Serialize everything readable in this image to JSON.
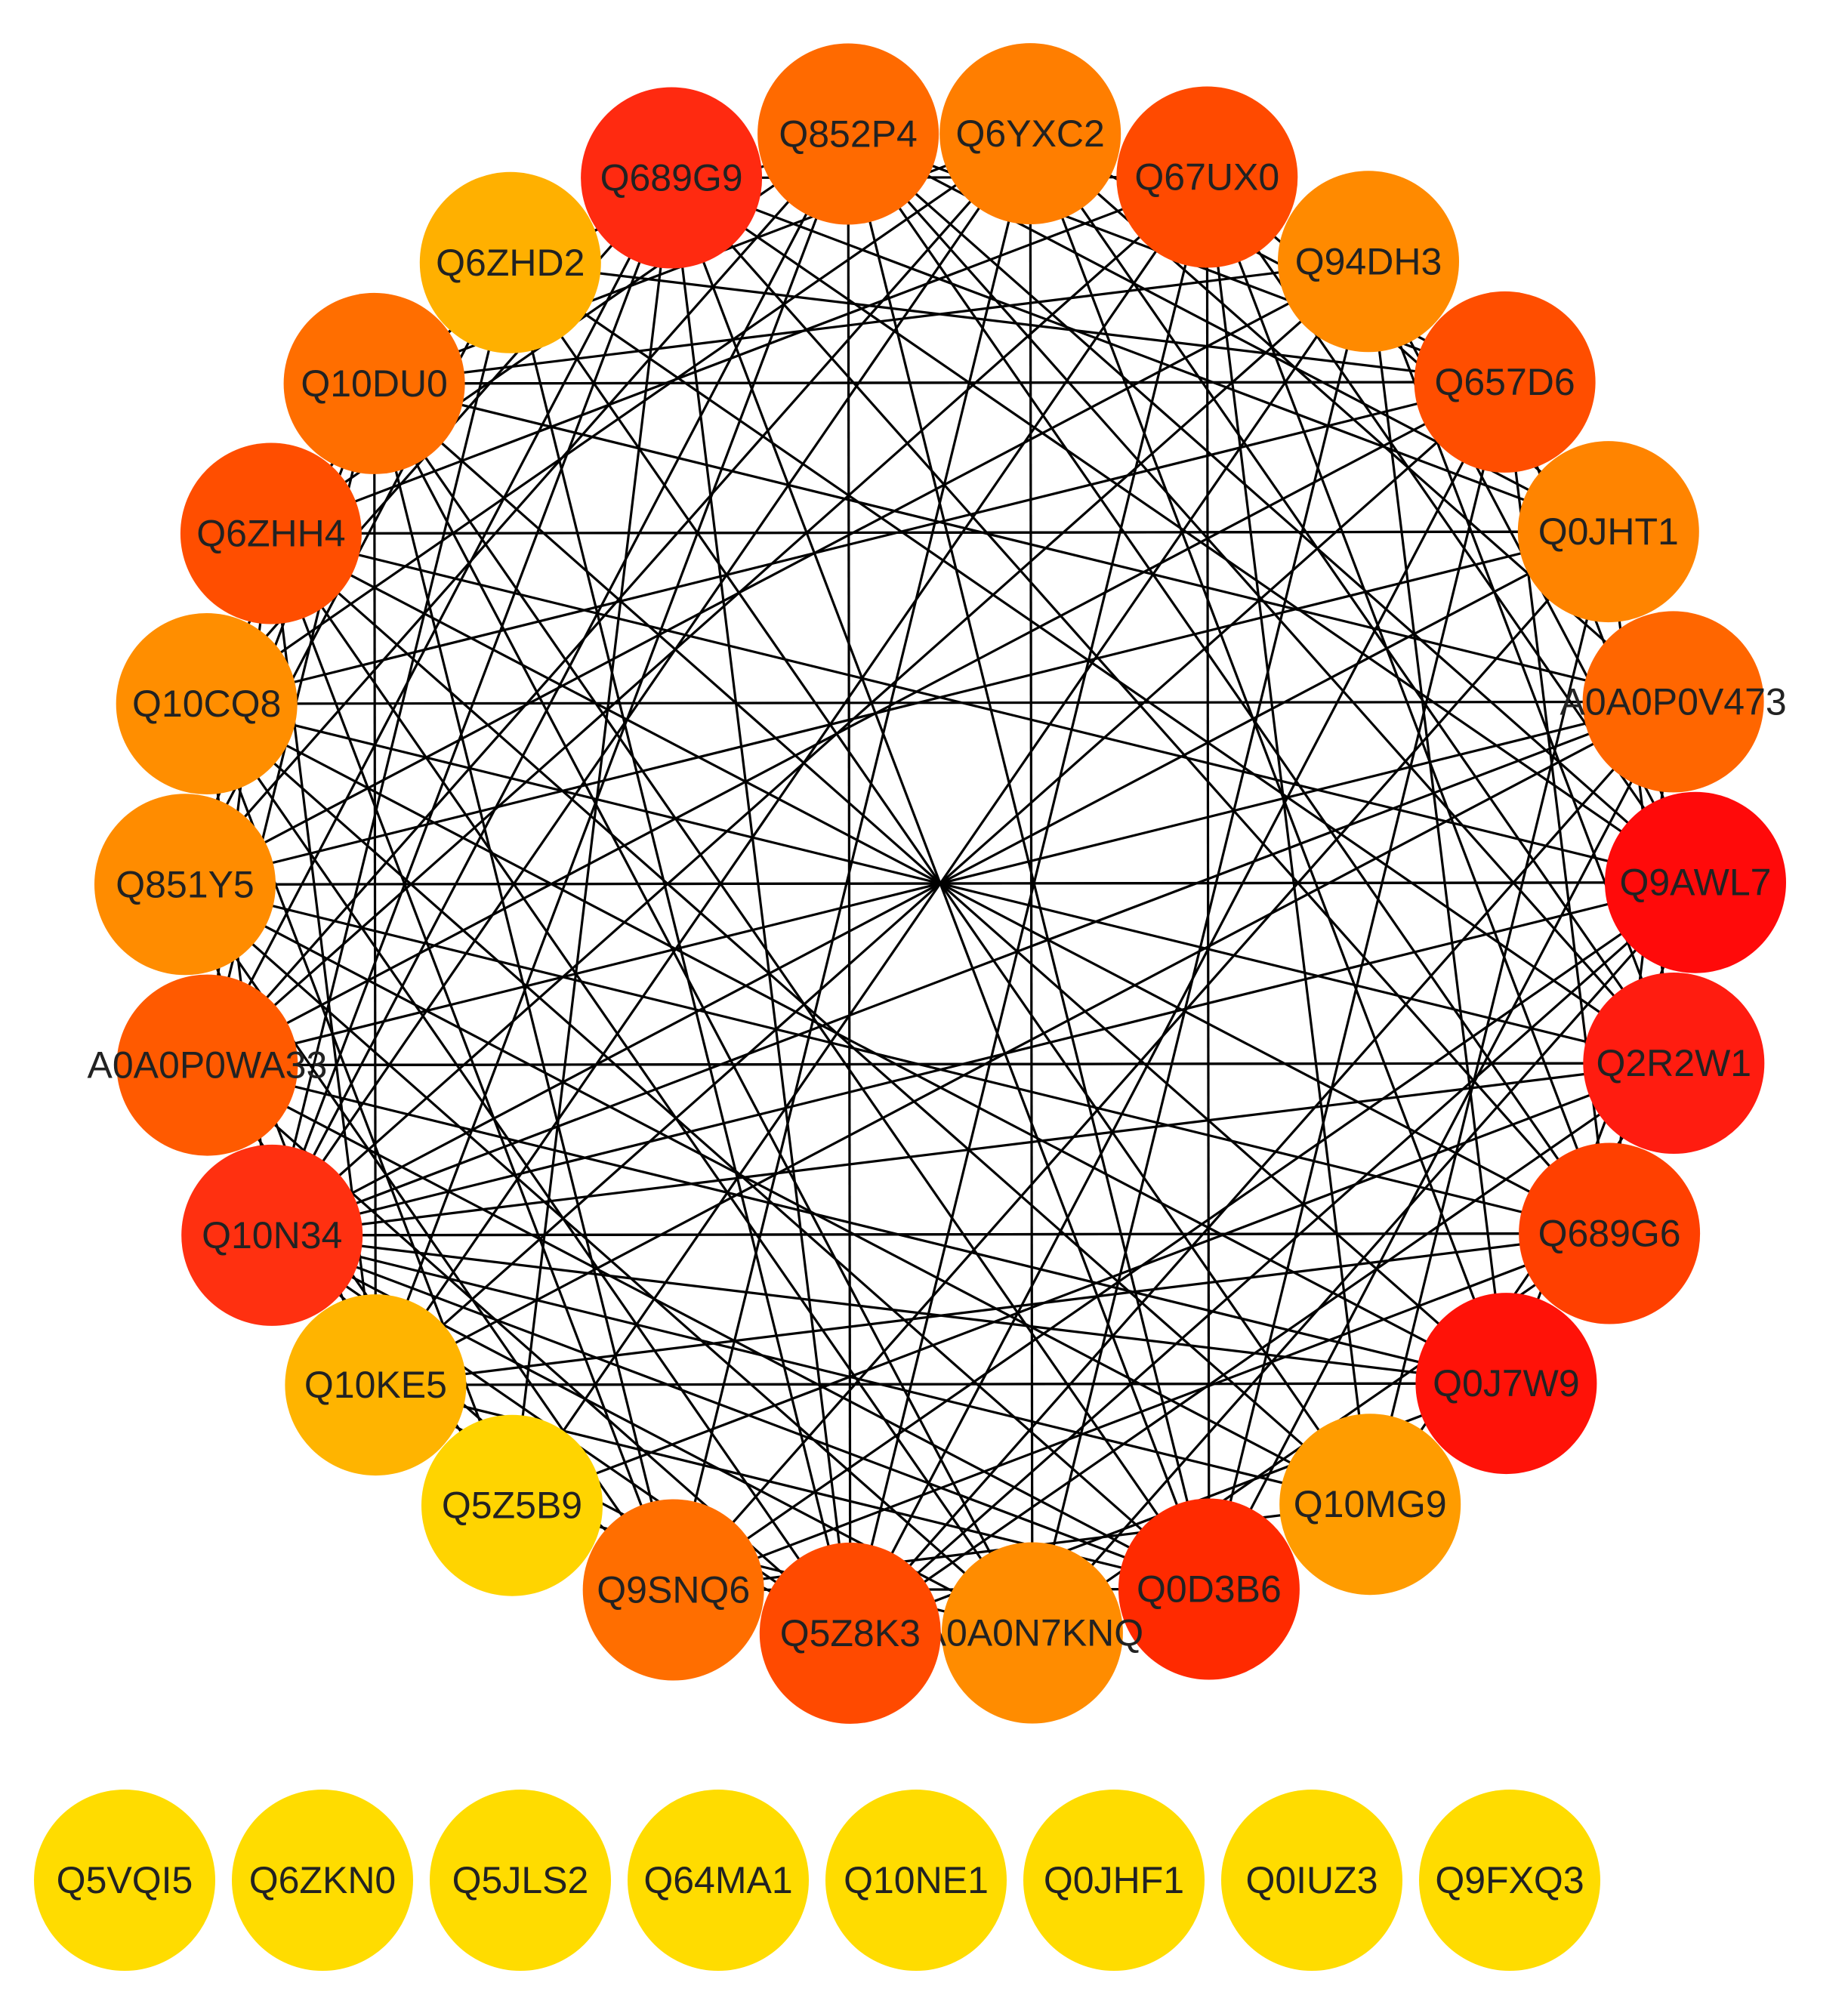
{
  "network": {
    "colors": {
      "edge": "#000000",
      "label": "#222222",
      "background": "#ffffff"
    },
    "ring_nodes": [
      {
        "id": "Q852P4",
        "label": "Q852P4",
        "color": "#FF6A00"
      },
      {
        "id": "Q6YXC2",
        "label": "Q6YXC2",
        "color": "#FF7E00"
      },
      {
        "id": "Q67UX0",
        "label": "Q67UX0",
        "color": "#FF4A00"
      },
      {
        "id": "Q94DH3",
        "label": "Q94DH3",
        "color": "#FF8A00"
      },
      {
        "id": "Q657D6",
        "label": "Q657D6",
        "color": "#FF4E00"
      },
      {
        "id": "Q0JHT1",
        "label": "Q0JHT1",
        "color": "#FF8400"
      },
      {
        "id": "A0A0P0V473",
        "label": "A0A0P0V473",
        "color": "#FF6600"
      },
      {
        "id": "Q9AWL7",
        "label": "Q9AWL7",
        "color": "#FF0A0A"
      },
      {
        "id": "Q2R2W1",
        "label": "Q2R2W1",
        "color": "#FF1C10"
      },
      {
        "id": "Q689G6",
        "label": "Q689G6",
        "color": "#FF4000"
      },
      {
        "id": "Q0J7W9",
        "label": "Q0J7W9",
        "color": "#FF1208"
      },
      {
        "id": "Q10MG9",
        "label": "Q10MG9",
        "color": "#FF9C00"
      },
      {
        "id": "Q0D3B6",
        "label": "Q0D3B6",
        "color": "#FF2A00"
      },
      {
        "id": "A0A0N7KNQ",
        "label": "A0A0N7KNQ",
        "color": "#FF8C00"
      },
      {
        "id": "Q5Z8K3",
        "label": "Q5Z8K3",
        "color": "#FF4A00"
      },
      {
        "id": "Q9SNQ6",
        "label": "Q9SNQ6",
        "color": "#FF6E00"
      },
      {
        "id": "Q5Z5B9",
        "label": "Q5Z5B9",
        "color": "#FFD400"
      },
      {
        "id": "Q10KE5",
        "label": "Q10KE5",
        "color": "#FFB400"
      },
      {
        "id": "Q10N34",
        "label": "Q10N34",
        "color": "#FF3010"
      },
      {
        "id": "A0A0P0WA33",
        "label": "A0A0P0WA33",
        "color": "#FF5A00"
      },
      {
        "id": "Q851Y5",
        "label": "Q851Y5",
        "color": "#FF8C00"
      },
      {
        "id": "Q10CQ8",
        "label": "Q10CQ8",
        "color": "#FF8E00"
      },
      {
        "id": "Q6ZHH4",
        "label": "Q6ZHH4",
        "color": "#FF4E00"
      },
      {
        "id": "Q10DU0",
        "label": "Q10DU0",
        "color": "#FF6E00"
      },
      {
        "id": "Q6ZHD2",
        "label": "Q6ZHD2",
        "color": "#FFB000"
      },
      {
        "id": "Q689G9",
        "label": "Q689G9",
        "color": "#FF2A10"
      }
    ],
    "isolated_nodes": [
      {
        "id": "Q5VQI5",
        "label": "Q5VQI5",
        "color": "#FFDC00"
      },
      {
        "id": "Q6ZKN0",
        "label": "Q6ZKN0",
        "color": "#FFDC00"
      },
      {
        "id": "Q5JLS2",
        "label": "Q5JLS2",
        "color": "#FFDC00"
      },
      {
        "id": "Q64MA1",
        "label": "Q64MA1",
        "color": "#FFDC00"
      },
      {
        "id": "Q10NE1",
        "label": "Q10NE1",
        "color": "#FFDC00"
      },
      {
        "id": "Q0JHF1",
        "label": "Q0JHF1",
        "color": "#FFDC00"
      },
      {
        "id": "Q0IUZ3",
        "label": "Q0IUZ3",
        "color": "#FFDC00"
      },
      {
        "id": "Q9FXQ3",
        "label": "Q9FXQ3",
        "color": "#FFDC00"
      }
    ],
    "edges": [
      [
        "Q852P4",
        "Q0JHT1"
      ],
      [
        "Q852P4",
        "Q9AWL7"
      ],
      [
        "Q852P4",
        "Q689G6"
      ],
      [
        "Q852P4",
        "Q0D3B6"
      ],
      [
        "Q852P4",
        "Q5Z8K3"
      ],
      [
        "Q852P4",
        "Q10N34"
      ],
      [
        "Q852P4",
        "Q851Y5"
      ],
      [
        "Q852P4",
        "Q6ZHH4"
      ],
      [
        "Q852P4",
        "Q657D6"
      ],
      [
        "Q852P4",
        "Q2R2W1"
      ],
      [
        "Q852P4",
        "Q10KE5"
      ],
      [
        "Q6YXC2",
        "Q657D6"
      ],
      [
        "Q6YXC2",
        "A0A0P0V473"
      ],
      [
        "Q6YXC2",
        "Q2R2W1"
      ],
      [
        "Q6YXC2",
        "Q0J7W9"
      ],
      [
        "Q6YXC2",
        "A0A0N7KNQ"
      ],
      [
        "Q6YXC2",
        "Q9SNQ6"
      ],
      [
        "Q6YXC2",
        "A0A0P0WA33"
      ],
      [
        "Q6YXC2",
        "Q10CQ8"
      ],
      [
        "Q6YXC2",
        "Q10DU0"
      ],
      [
        "Q6YXC2",
        "Q10N34"
      ],
      [
        "Q67UX0",
        "Q0JHT1"
      ],
      [
        "Q67UX0",
        "Q9AWL7"
      ],
      [
        "Q67UX0",
        "Q689G6"
      ],
      [
        "Q67UX0",
        "Q0D3B6"
      ],
      [
        "Q67UX0",
        "Q5Z8K3"
      ],
      [
        "Q67UX0",
        "Q10KE5"
      ],
      [
        "Q67UX0",
        "A0A0P0WA33"
      ],
      [
        "Q67UX0",
        "Q6ZHH4"
      ],
      [
        "Q67UX0",
        "Q689G9"
      ],
      [
        "Q67UX0",
        "Q10MG9"
      ],
      [
        "Q94DH3",
        "Q9AWL7"
      ],
      [
        "Q94DH3",
        "Q0J7W9"
      ],
      [
        "Q94DH3",
        "A0A0N7KNQ"
      ],
      [
        "Q94DH3",
        "Q5Z5B9"
      ],
      [
        "Q94DH3",
        "Q10N34"
      ],
      [
        "Q94DH3",
        "Q851Y5"
      ],
      [
        "Q94DH3",
        "Q10DU0"
      ],
      [
        "Q94DH3",
        "Q2R2W1"
      ],
      [
        "Q657D6",
        "Q9AWL7"
      ],
      [
        "Q657D6",
        "Q689G6"
      ],
      [
        "Q657D6",
        "Q0D3B6"
      ],
      [
        "Q657D6",
        "Q5Z8K3"
      ],
      [
        "Q657D6",
        "Q10KE5"
      ],
      [
        "Q657D6",
        "A0A0P0WA33"
      ],
      [
        "Q657D6",
        "Q10CQ8"
      ],
      [
        "Q657D6",
        "Q6ZHD2"
      ],
      [
        "Q657D6",
        "Q10DU0"
      ],
      [
        "Q0JHT1",
        "Q2R2W1"
      ],
      [
        "Q0JHT1",
        "Q10MG9"
      ],
      [
        "Q0JHT1",
        "Q9SNQ6"
      ],
      [
        "Q0JHT1",
        "Q10N34"
      ],
      [
        "Q0JHT1",
        "Q851Y5"
      ],
      [
        "Q0JHT1",
        "Q6ZHH4"
      ],
      [
        "Q0JHT1",
        "Q689G9"
      ],
      [
        "A0A0P0V473",
        "Q689G6"
      ],
      [
        "A0A0P0V473",
        "Q0D3B6"
      ],
      [
        "A0A0P0V473",
        "Q5Z8K3"
      ],
      [
        "A0A0P0V473",
        "Q10KE5"
      ],
      [
        "A0A0P0V473",
        "A0A0P0WA33"
      ],
      [
        "A0A0P0V473",
        "Q10CQ8"
      ],
      [
        "A0A0P0V473",
        "Q10DU0"
      ],
      [
        "A0A0P0V473",
        "Q10N34"
      ],
      [
        "Q9AWL7",
        "Q0J7W9"
      ],
      [
        "Q9AWL7",
        "A0A0N7KNQ"
      ],
      [
        "Q9AWL7",
        "Q9SNQ6"
      ],
      [
        "Q9AWL7",
        "Q10N34"
      ],
      [
        "Q9AWL7",
        "Q851Y5"
      ],
      [
        "Q9AWL7",
        "Q6ZHH4"
      ],
      [
        "Q9AWL7",
        "Q689G9"
      ],
      [
        "Q9AWL7",
        "Q5Z8K3"
      ],
      [
        "Q2R2W1",
        "Q10MG9"
      ],
      [
        "Q2R2W1",
        "Q5Z8K3"
      ],
      [
        "Q2R2W1",
        "Q5Z5B9"
      ],
      [
        "Q2R2W1",
        "A0A0P0WA33"
      ],
      [
        "Q2R2W1",
        "Q10CQ8"
      ],
      [
        "Q2R2W1",
        "Q6ZHD2"
      ],
      [
        "Q2R2W1",
        "Q10N34"
      ],
      [
        "Q689G6",
        "A0A0N7KNQ"
      ],
      [
        "Q689G6",
        "Q9SNQ6"
      ],
      [
        "Q689G6",
        "Q10KE5"
      ],
      [
        "Q689G6",
        "Q851Y5"
      ],
      [
        "Q689G6",
        "Q6ZHH4"
      ],
      [
        "Q689G6",
        "Q689G9"
      ],
      [
        "Q689G6",
        "Q10N34"
      ],
      [
        "Q0J7W9",
        "Q5Z8K3"
      ],
      [
        "Q0J7W9",
        "Q10N34"
      ],
      [
        "Q0J7W9",
        "A0A0P0WA33"
      ],
      [
        "Q0J7W9",
        "Q10CQ8"
      ],
      [
        "Q0J7W9",
        "Q10DU0"
      ],
      [
        "Q0J7W9",
        "Q10KE5"
      ],
      [
        "Q10MG9",
        "Q9SNQ6"
      ],
      [
        "Q10MG9",
        "Q10N34"
      ],
      [
        "Q10MG9",
        "Q851Y5"
      ],
      [
        "Q10MG9",
        "Q6ZHH4"
      ],
      [
        "Q10MG9",
        "Q6ZHD2"
      ],
      [
        "Q0D3B6",
        "Q9SNQ6"
      ],
      [
        "Q0D3B6",
        "Q10KE5"
      ],
      [
        "Q0D3B6",
        "A0A0P0WA33"
      ],
      [
        "Q0D3B6",
        "Q10CQ8"
      ],
      [
        "Q0D3B6",
        "Q10DU0"
      ],
      [
        "Q0D3B6",
        "Q689G9"
      ],
      [
        "Q0D3B6",
        "Q10N34"
      ],
      [
        "A0A0N7KNQ",
        "Q5Z5B9"
      ],
      [
        "A0A0N7KNQ",
        "Q10N34"
      ],
      [
        "A0A0N7KNQ",
        "Q851Y5"
      ],
      [
        "A0A0N7KNQ",
        "Q6ZHH4"
      ],
      [
        "A0A0N7KNQ",
        "Q10DU0"
      ],
      [
        "Q5Z8K3",
        "Q10KE5"
      ],
      [
        "Q5Z8K3",
        "A0A0P0WA33"
      ],
      [
        "Q5Z8K3",
        "Q10CQ8"
      ],
      [
        "Q5Z8K3",
        "Q6ZHD2"
      ],
      [
        "Q5Z8K3",
        "Q689G9"
      ],
      [
        "Q5Z8K3",
        "Q10N34"
      ],
      [
        "Q9SNQ6",
        "Q10N34"
      ],
      [
        "Q9SNQ6",
        "Q851Y5"
      ],
      [
        "Q9SNQ6",
        "Q6ZHH4"
      ],
      [
        "Q9SNQ6",
        "Q10DU0"
      ],
      [
        "Q5Z5B9",
        "A0A0P0WA33"
      ],
      [
        "Q5Z5B9",
        "Q10CQ8"
      ],
      [
        "Q5Z5B9",
        "Q689G9"
      ],
      [
        "Q10KE5",
        "Q851Y5"
      ],
      [
        "Q10KE5",
        "Q6ZHH4"
      ],
      [
        "Q10KE5",
        "Q10DU0"
      ],
      [
        "Q10N34",
        "Q10CQ8"
      ],
      [
        "Q10N34",
        "Q6ZHD2"
      ],
      [
        "Q10N34",
        "Q689G9"
      ],
      [
        "A0A0P0WA33",
        "Q6ZHH4"
      ],
      [
        "A0A0P0WA33",
        "Q10DU0"
      ],
      [
        "A0A0P0WA33",
        "Q689G9"
      ],
      [
        "Q851Y5",
        "Q6ZHD2"
      ],
      [
        "Q851Y5",
        "Q10DU0"
      ],
      [
        "Q10CQ8",
        "Q689G9"
      ],
      [
        "Q10CQ8",
        "Q10DU0"
      ],
      [
        "Q6ZHH4",
        "Q6ZHD2"
      ],
      [
        "Q10DU0",
        "Q689G9"
      ],
      [
        "Q6ZHD2",
        "Q852P4"
      ],
      [
        "Q10DU0",
        "Q657D6"
      ],
      [
        "Q6ZHH4",
        "Q0JHT1"
      ],
      [
        "Q851Y5",
        "Q9AWL7"
      ],
      [
        "A0A0P0WA33",
        "Q2R2W1"
      ],
      [
        "Q10N34",
        "Q689G6"
      ],
      [
        "Q10KE5",
        "Q0J7W9"
      ]
    ]
  }
}
